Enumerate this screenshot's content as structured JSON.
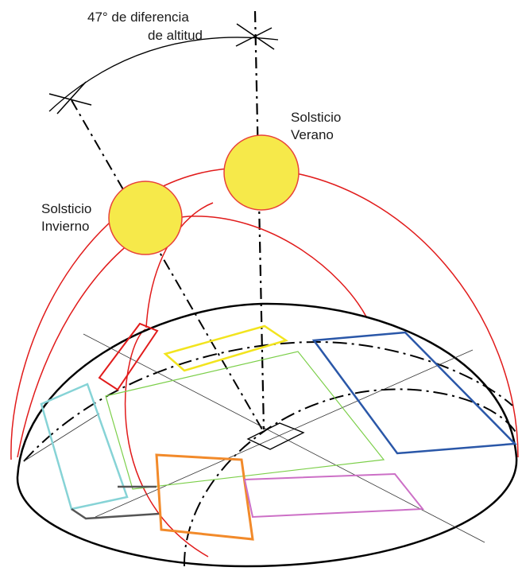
{
  "labels": {
    "altitude_difference_line1": "47° de diferencia",
    "altitude_difference_line2": "de altitud",
    "summer_solstice_line1": "Solsticio",
    "summer_solstice_line2": "Verano",
    "winter_solstice_line1": "Solsticio",
    "winter_solstice_line2": "Invierno"
  },
  "colors": {
    "sun_fill": "#f6e94a",
    "sun_stroke": "#e8433a",
    "sun_path": "#e11b1b",
    "horizon": "#000000",
    "guide_lines": "#000000",
    "rect_red": "#e11b1b",
    "rect_yellow": "#f2e41e",
    "rect_green": "#7ccf4a",
    "rect_blue": "#2a57a8",
    "rect_cyan": "#86d3d6",
    "rect_orange": "#f28a2a",
    "rect_magenta": "#cc6fc6",
    "rect_gray": "#555555"
  }
}
